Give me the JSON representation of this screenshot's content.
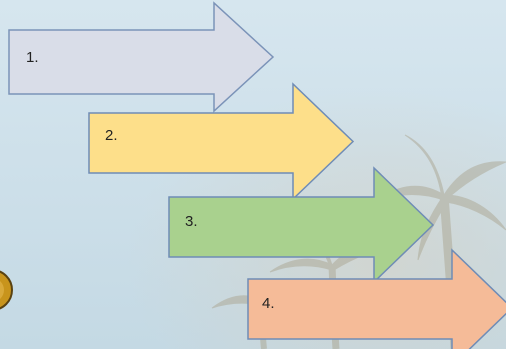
{
  "steps": [
    {
      "label": "1.",
      "fill": "#d9dde8",
      "stroke": "#7b93b8"
    },
    {
      "label": "2.",
      "fill": "#fddf8a",
      "stroke": "#6f8cb6"
    },
    {
      "label": "3.",
      "fill": "#a9d18e",
      "stroke": "#6f8cb6"
    },
    {
      "label": "4.",
      "fill": "#f5bb98",
      "stroke": "#6f8cb6"
    }
  ],
  "background": {
    "sky_top": "#d6e6ef",
    "sky_bottom": "#c4d9e4",
    "palm": "#a7a08a"
  }
}
